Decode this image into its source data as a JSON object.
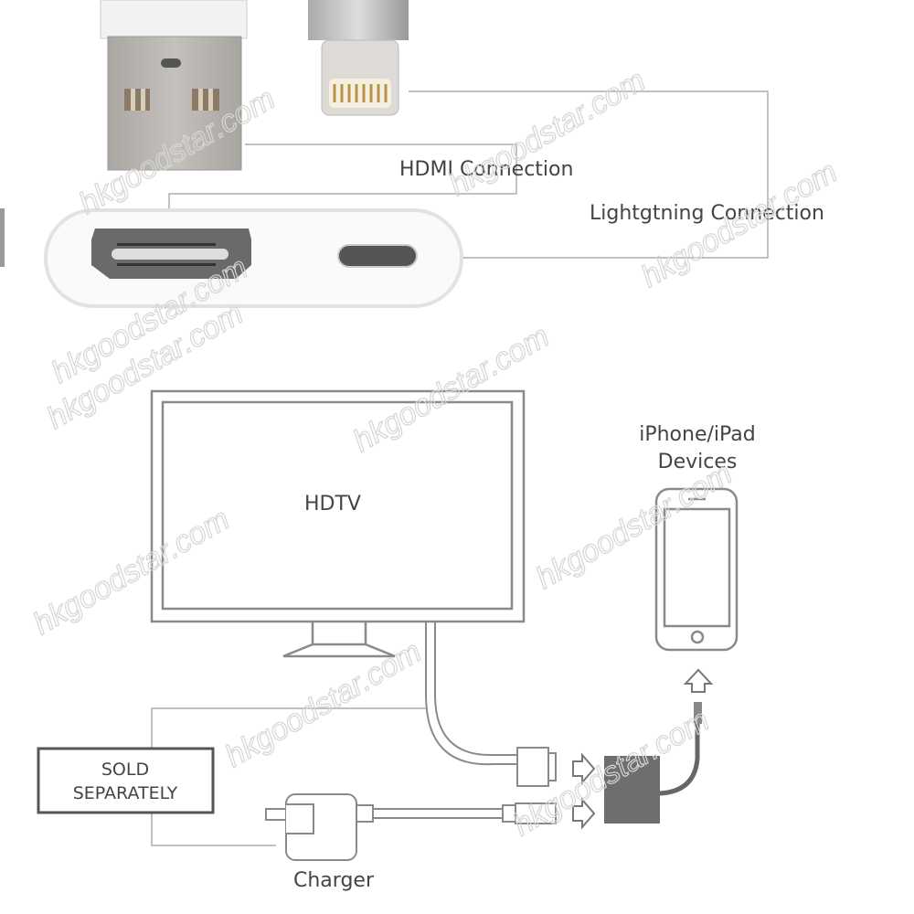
{
  "labels": {
    "hdmi_connection": "HDMI Connection",
    "lightning_connection": "Lightgtning Connection",
    "hdtv": "HDTV",
    "devices_line1": "iPhone/iPad",
    "devices_line2": "Devices",
    "sold_line1": "SOLD",
    "sold_line2": "SEPARATELY",
    "charger": "Charger"
  },
  "watermark": "hkgoodstar.com",
  "colors": {
    "line": "#9a9a9a",
    "adapter_box": "#6e6e6e",
    "port": "#6a6a6a",
    "text": "#444444"
  }
}
